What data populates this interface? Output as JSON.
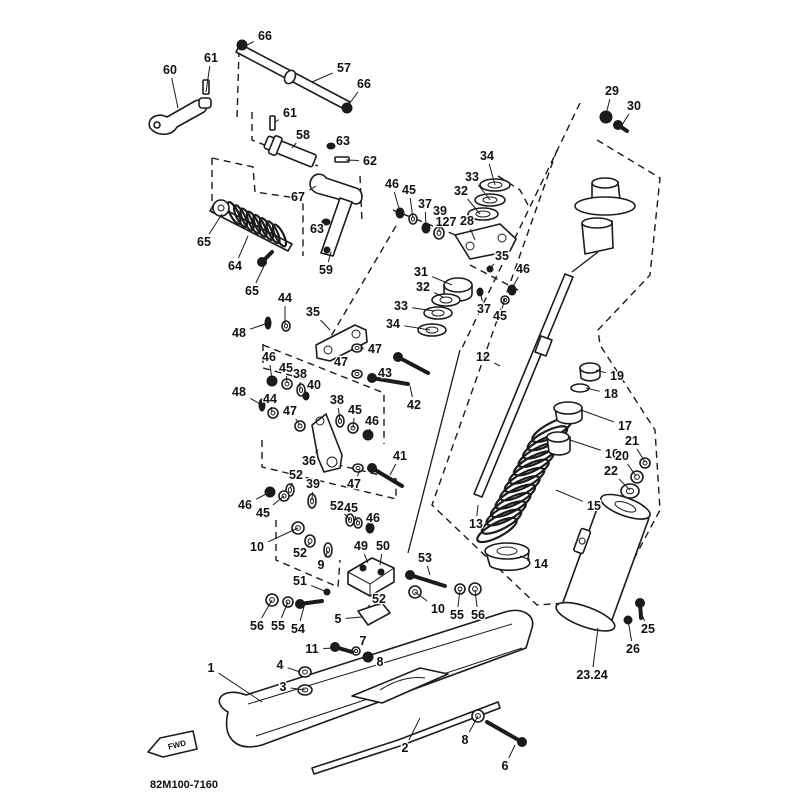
{
  "figure": {
    "part_code": "82M100-7160",
    "direction_tag": "FWD",
    "callouts": [
      "66",
      "61",
      "60",
      "57",
      "66",
      "61",
      "58",
      "63",
      "62",
      "67",
      "63",
      "59",
      "65",
      "64",
      "65",
      "46",
      "45",
      "37",
      "39",
      "127",
      "28",
      "34",
      "33",
      "32",
      "46",
      "35",
      "31",
      "32",
      "33",
      "34",
      "37",
      "45",
      "29",
      "30",
      "12",
      "19",
      "18",
      "17",
      "16",
      "21",
      "20",
      "22",
      "15",
      "14",
      "13",
      "44",
      "48",
      "35",
      "47",
      "47",
      "43",
      "42",
      "46",
      "45",
      "38",
      "40",
      "48",
      "44",
      "47",
      "38",
      "45",
      "46",
      "36",
      "41",
      "47",
      "52",
      "39",
      "46",
      "45",
      "10",
      "52",
      "9",
      "52",
      "45",
      "46",
      "49",
      "50",
      "53",
      "51",
      "52",
      "10",
      "55",
      "56",
      "56",
      "55",
      "54",
      "5",
      "11",
      "7",
      "8",
      "4",
      "3",
      "1",
      "2",
      "8",
      "6",
      "23.24",
      "25",
      "26"
    ]
  }
}
